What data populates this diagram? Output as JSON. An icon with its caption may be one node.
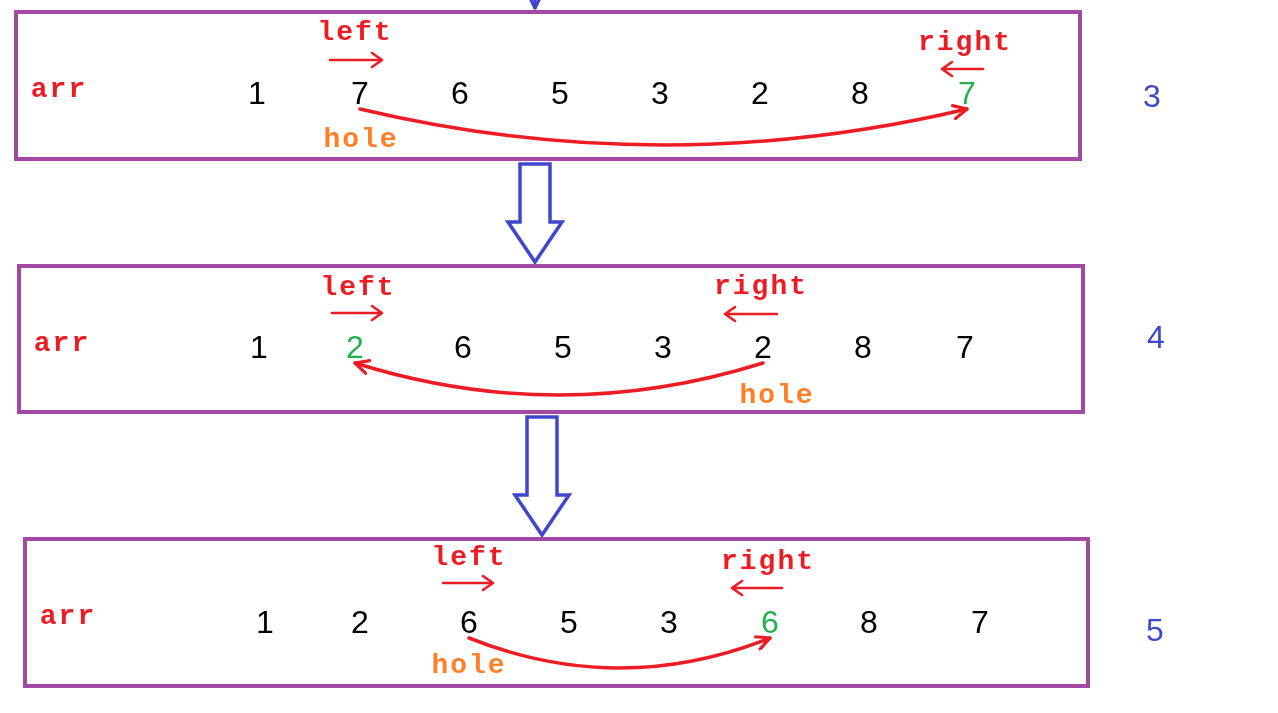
{
  "diagram": {
    "nodes": [
      {
        "text": [
          "arr"
        ],
        "beside": [
          "3"
        ]
      },
      {
        "text": [
          "1"
        ],
        "in": 0
      },
      {
        "text": [
          "7"
        ],
        "in": 0
      },
      {
        "text": [
          "6"
        ],
        "in": 0
      },
      {
        "text": [
          "5"
        ],
        "in": 0
      },
      {
        "text": [
          "3"
        ],
        "in": 0
      },
      {
        "text": [
          "2"
        ],
        "in": 0
      },
      {
        "text": [
          "8"
        ],
        "in": 0
      },
      {
        "text": [
          "7"
        ],
        "in": 0
      },
      {
        "text": [
          "arr"
        ],
        "beside": [
          "4"
        ]
      },
      {
        "text": [
          "1"
        ],
        "in": 9
      },
      {
        "text": [
          "2"
        ],
        "in": 9
      },
      {
        "text": [
          "6"
        ],
        "in": 9
      },
      {
        "text": [
          "5"
        ],
        "in": 9
      },
      {
        "text": [
          "3"
        ],
        "in": 9
      },
      {
        "text": [
          "2"
        ],
        "in": 9
      },
      {
        "text": [
          "8"
        ],
        "in": 9
      },
      {
        "text": [
          "7"
        ],
        "in": 9
      },
      {
        "text": [
          "arr"
        ],
        "beside": [
          "5"
        ]
      },
      {
        "text": [
          "1"
        ],
        "in": 18
      },
      {
        "text": [
          "2"
        ],
        "in": 18
      },
      {
        "text": [
          "6"
        ],
        "in": 18
      },
      {
        "text": [
          "5"
        ],
        "in": 18
      },
      {
        "text": [
          "3"
        ],
        "in": 18
      },
      {
        "text": [
          "6"
        ],
        "in": 18
      },
      {
        "text": [
          "8"
        ],
        "in": 18
      },
      {
        "text": [
          "7"
        ],
        "in": 18
      }
    ],
    "edges": [
      {
        "from": null,
        "to": 0,
        "arrow": "to",
        "color": "#3f48cc"
      },
      {
        "from": 2,
        "to": 8,
        "arrow": "to"
      },
      {
        "from": 0,
        "to": 9,
        "arrow": "to",
        "style": "thick",
        "color": "#3f48cc"
      },
      {
        "from": 15,
        "to": 11,
        "arrow": "to"
      },
      {
        "from": 9,
        "to": 18,
        "arrow": "to",
        "style": "thick",
        "color": "#3f48cc"
      },
      {
        "from": 21,
        "to": 24,
        "arrow": "to"
      }
    ],
    "labels": [
      "left",
      "right",
      "hole",
      "left",
      "right",
      "hole",
      "left",
      "right",
      "hole"
    ]
  }
}
